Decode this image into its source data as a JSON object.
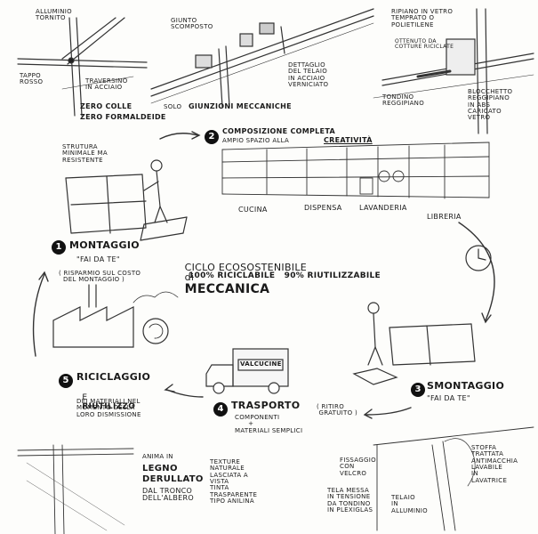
{
  "top": {
    "aluminio": "ALLUMINIO\nTORNITO",
    "tappo": "TAPPO\nROSSO",
    "traversino": "TRAVERSINO\nIN ACCIAIO",
    "giunto": "GIUNTO\nSCOMPOSTO",
    "dettaglio": "DETTAGLIO\nDEL TELAIO\nIN ACCIAIO\nVERNICIATO",
    "zero_colle": "ZERO COLLE",
    "solo": "SOLO",
    "giunzioni": "GIUNZIONI MECCANICHE",
    "zero_formaldeide": "ZERO FORMALDEIDE",
    "ripiano": "RIPIANO IN VETRO\nTEMPRATO O\nPOLIETILENE",
    "ottenuto": "OTTENUTO DA\nCOTTURE RICICLATE",
    "tondino": "TONDINO\nREGGIPIANO",
    "blocchetto": "BLOCCHETTO\nREGGIPIANO\nIN ABS\nCARICATO\nVETRO"
  },
  "step2": {
    "number": "2",
    "title": "COMPOSIZIONE COMPLETA",
    "subtitle": "AMPIO SPAZIO ALLA",
    "creativita": "CREATIVITÀ",
    "rooms": [
      "CUCINA",
      "DISPENSA",
      "LAVANDERIA",
      "LIBRERIA"
    ]
  },
  "step1": {
    "number": "1",
    "title": "MONTAGGIO",
    "subtitle": "\"FAI DA TE\"",
    "note": "( RISPARMIO SUL COSTO\n  DEL MONTAGGIO )",
    "struttura": "STRUTURA\nMINIMALE MA\nRESISTENTE"
  },
  "center": {
    "title_pre": "CICLO ECOSOSTENIBILE",
    "title_di": "di",
    "title_brand": "MECCANICA",
    "sub": "100% RICICLABILE   90% RIUTILIZZABILE"
  },
  "step3": {
    "number": "3",
    "title": "SMONTAGGIO",
    "subtitle": "\"FAI DA TE\""
  },
  "step4": {
    "number": "4",
    "title": "TRASPORTO",
    "ritiro": "( RITIRO\n GRATUITO )",
    "desc": "COMPONENTI\n      +\nMATERIALI SEMPLICI",
    "truck_label": "VALCUCINE"
  },
  "step5": {
    "number": "5",
    "title": "RICICLAGGIO",
    "e": "E",
    "riutilizzo": "RIUTILIZZO",
    "desc": "DEI MATERIALI NEL\nMOMENTO DELLA\nLORO DISMISSIONE"
  },
  "bottom": {
    "anima": "ANIMA IN",
    "legno": "LEGNO",
    "derullato": "DERULLATO",
    "dal_tronco": "DAL TRONCO\nDELL'ALBERO",
    "texture": "TEXTURE\nNATURALE\nLASCIATA A\nVISTA\nTINTA\nTRASPARENTE\nTIPO ANILINA",
    "fissaggio": "FISSAGGIO\nCON\nVELCRO",
    "tela": "TELA MESSA\nIN TENSIONE\nDA TONDINO\nIN PLEXIGLAS",
    "telaio": "TELAIO\nIN\nALLUMINIO",
    "stoffa": "STOFFA\nTRATTATA\nANTIMACCHIA\nLAVABILE\nIN\nLAVATRICE"
  }
}
